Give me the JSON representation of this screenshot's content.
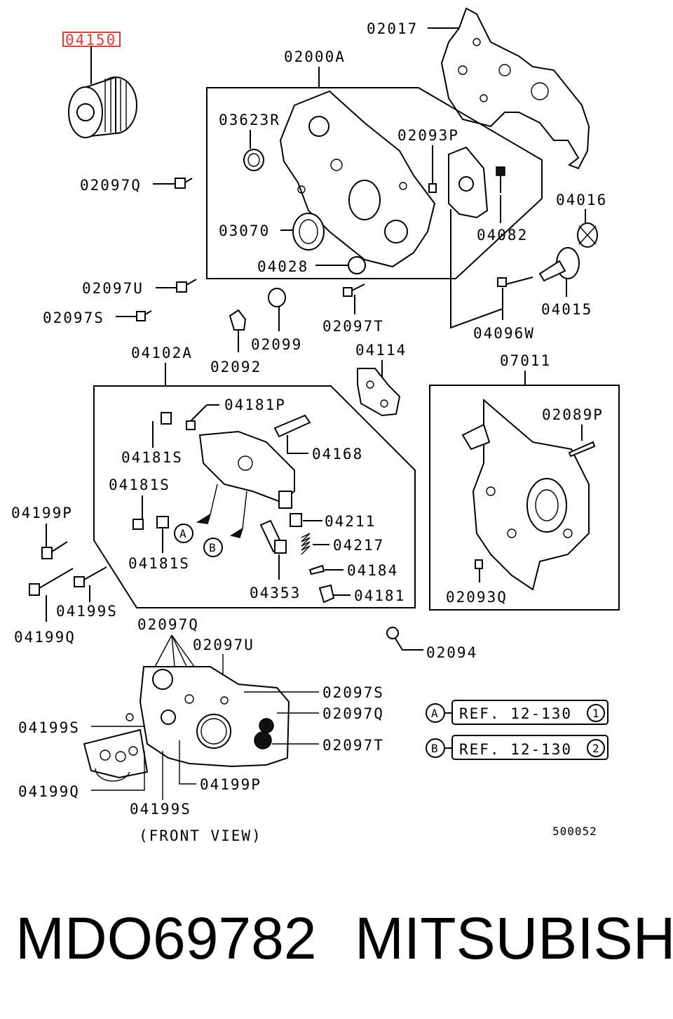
{
  "highlight_color": "#e53935",
  "diagram": {
    "labels": {
      "p04150": "04150",
      "p02017": "02017",
      "p02000A": "02000A",
      "p03623R": "03623R",
      "p02093P": "02093P",
      "p02097Q_top": "02097Q",
      "p04016": "04016",
      "p03070": "03070",
      "p04082": "04082",
      "p04028": "04028",
      "p02097U_top": "02097U",
      "p04015": "04015",
      "p02097S_top": "02097S",
      "p02097T_top": "02097T",
      "p02099": "02099",
      "p04096W": "04096W",
      "p04102A": "04102A",
      "p02092": "02092",
      "p04114": "04114",
      "p07011": "07011",
      "p04181P": "04181P",
      "p02089P": "02089P",
      "p04168": "04168",
      "p04181S_a": "04181S",
      "p04181S_b": "04181S",
      "p04181S_c": "04181S",
      "p04199P_left": "04199P",
      "p04211": "04211",
      "p04217": "04217",
      "p04184": "04184",
      "p04353": "04353",
      "p04181": "04181",
      "p02093Q": "02093Q",
      "p04199S_left": "04199S",
      "p04199Q_left": "04199Q",
      "p02097Q_front": "02097Q",
      "p02097U_front": "02097U",
      "p02094": "02094",
      "p02097S_front": "02097S",
      "p02097Q_front2": "02097Q",
      "p02097T_front": "02097T",
      "p04199S_front": "04199S",
      "p04199Q_front": "04199Q",
      "p04199P_front": "04199P",
      "p04199S_front2": "04199S",
      "callout_a": "A",
      "callout_b": "B",
      "ref_a_letter": "A",
      "ref_a_text": "REF. 12-130",
      "ref_a_num": "1",
      "ref_b_letter": "B",
      "ref_b_text": "REF. 12-130",
      "ref_b_num": "2",
      "front_view": "(FRONT VIEW)",
      "drawing_no": "500052"
    }
  },
  "footer": {
    "part_number": "MDO69782",
    "brand": "MITSUBISHI"
  }
}
